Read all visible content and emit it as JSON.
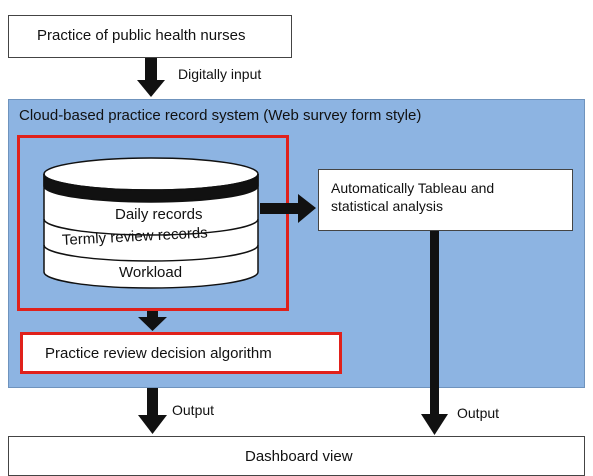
{
  "top_box": {
    "label": "Practice of public health nurses"
  },
  "input_arrow": {
    "label": "Digitally input"
  },
  "cloud_system": {
    "title": "Cloud-based practice record system (Web survey form style)"
  },
  "database": {
    "layers": [
      "Daily records",
      "Termly review records",
      "Workload"
    ]
  },
  "analysis_box": {
    "label": "Automatically Tableau and statistical analysis"
  },
  "algorithm_box": {
    "label": "Practice review decision algorithm"
  },
  "output_arrows": {
    "left_label": "Output",
    "right_label": "Output"
  },
  "dashboard": {
    "label": "Dashboard view"
  },
  "colors": {
    "cloud_fill": "#8db4e2",
    "highlight_border": "#e0211b",
    "arrow": "#111111"
  }
}
